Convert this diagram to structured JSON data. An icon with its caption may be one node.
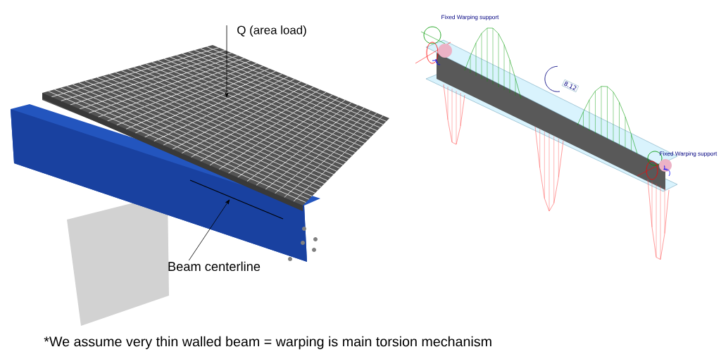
{
  "diagram": {
    "caption": "*We assume very thin walled beam = warping is main torsion mechanism",
    "nodes": [
      {
        "text": [
          "Q (area load)"
        ]
      },
      {
        "text": [],
        "shape": "picture"
      },
      {
        "text": [
          "Beam centerline"
        ]
      },
      {
        "text": [],
        "shape": "bar"
      }
    ],
    "edges": [
      {
        "from": 0,
        "to": 1,
        "arrow": "to"
      },
      {
        "from": 2,
        "to": 3,
        "arrow": "to"
      }
    ],
    "labels": [
      "Fixed Warping support",
      "8.12",
      "Fixed Warping support"
    ]
  }
}
